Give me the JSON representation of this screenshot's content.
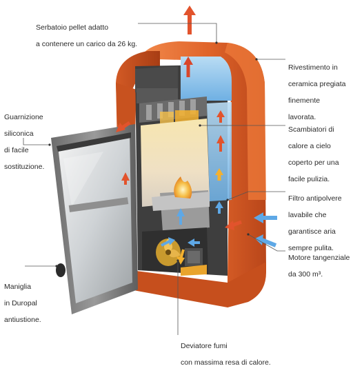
{
  "labels": {
    "serbatoio": [
      "Serbatoio pellet adatto",
      "a contenere un carico da 26 kg."
    ],
    "rivestimento": [
      "Rivestimento in",
      "ceramica pregiata",
      "finemente",
      "lavorata."
    ],
    "guarnizione": [
      "Guarnizione",
      "siliconica",
      "di facile",
      "sostituzione."
    ],
    "scambiatori": [
      "Scambiatori di",
      "calore a cielo",
      "coperto per una",
      "facile pulizia."
    ],
    "filtro": [
      "Filtro antipolvere",
      "lavabile che",
      "garantisce aria",
      "sempre pulita."
    ],
    "motore": [
      "Motore tangenziale",
      "da 300 m³."
    ],
    "maniglia": [
      "Maniglia",
      "in Duropal",
      "antiustione."
    ],
    "deviatore": [
      "Deviatore fumi",
      "con massima resa di calore."
    ]
  },
  "colors": {
    "body": "#e0642a",
    "body_dark": "#b9461a",
    "text": "#2a2a2a",
    "leader": "#555555",
    "hot_arrow": "#e2532c",
    "cold_arrow": "#5ea8e6",
    "flame": "#f4b12f"
  }
}
